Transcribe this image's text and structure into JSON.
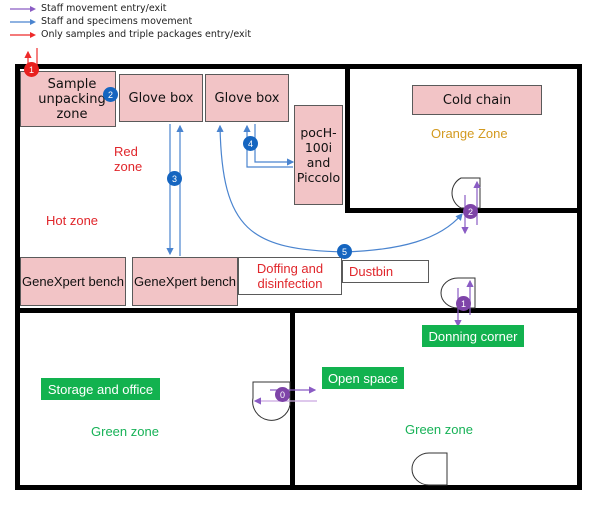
{
  "legend": [
    {
      "label": "Staff movement entry/exit",
      "color": "#8a5cc4"
    },
    {
      "label": "Staff and specimens movement",
      "color": "#4a84cf"
    },
    {
      "label": "Only samples and triple packages entry/exit",
      "color": "#ee2a2a"
    }
  ],
  "rooms": {
    "sample_unpacking": "Sample unpacking zone",
    "glove_box_1": "Glove box",
    "glove_box_2": "Glove box",
    "poch": "pocH-100i and Piccolo",
    "cold_chain": "Cold chain",
    "genexpert_1": "GeneXpert bench",
    "genexpert_2": "GeneXpert bench",
    "doffing": "Doffing and disinfection",
    "dustbin": "Dustbin"
  },
  "zones": {
    "red": "Red zone",
    "hot": "Hot zone",
    "orange": "Orange Zone",
    "green_left": "Green zone",
    "green_right": "Green zone"
  },
  "tags": {
    "donning": "Donning corner",
    "storage": "Storage and office",
    "open_space": "Open space"
  },
  "badges": {
    "red_1": "1",
    "blue_2": "2",
    "blue_3": "3",
    "blue_4": "4",
    "blue_5": "5",
    "purple_0": "0",
    "purple_1": "1",
    "purple_2": "2"
  },
  "colors": {
    "room_fill": "#f2c4c6",
    "red_text": "#e0262b",
    "orange_text": "#d39a1f",
    "green_text": "#17b257",
    "green_tag": "#12b24f",
    "wall": "#000000"
  }
}
